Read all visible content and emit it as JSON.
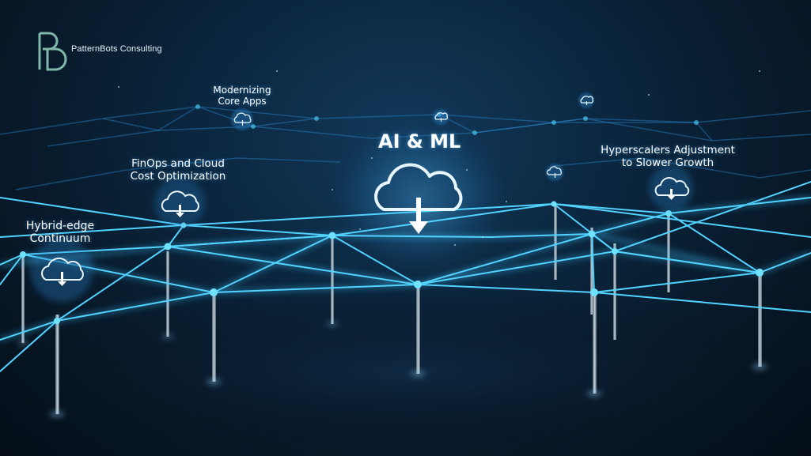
{
  "brand": {
    "name": "PatternBots Consulting",
    "logo_icon": "pb-monogram-icon"
  },
  "topics": {
    "ai_ml": "AI & ML",
    "modernizing": [
      "Modernizing",
      "Core Apps"
    ],
    "finops": [
      "FinOps and Cloud",
      "Cost Optimization"
    ],
    "hybrid": [
      "Hybrid-edge",
      "Continuum"
    ],
    "hyperscalers": [
      "Hyperscalers Adjustment",
      "to Slower Growth"
    ]
  },
  "colors": {
    "accent": "#3fc8ff",
    "node": "#4fd8ff",
    "background": "#071520"
  }
}
